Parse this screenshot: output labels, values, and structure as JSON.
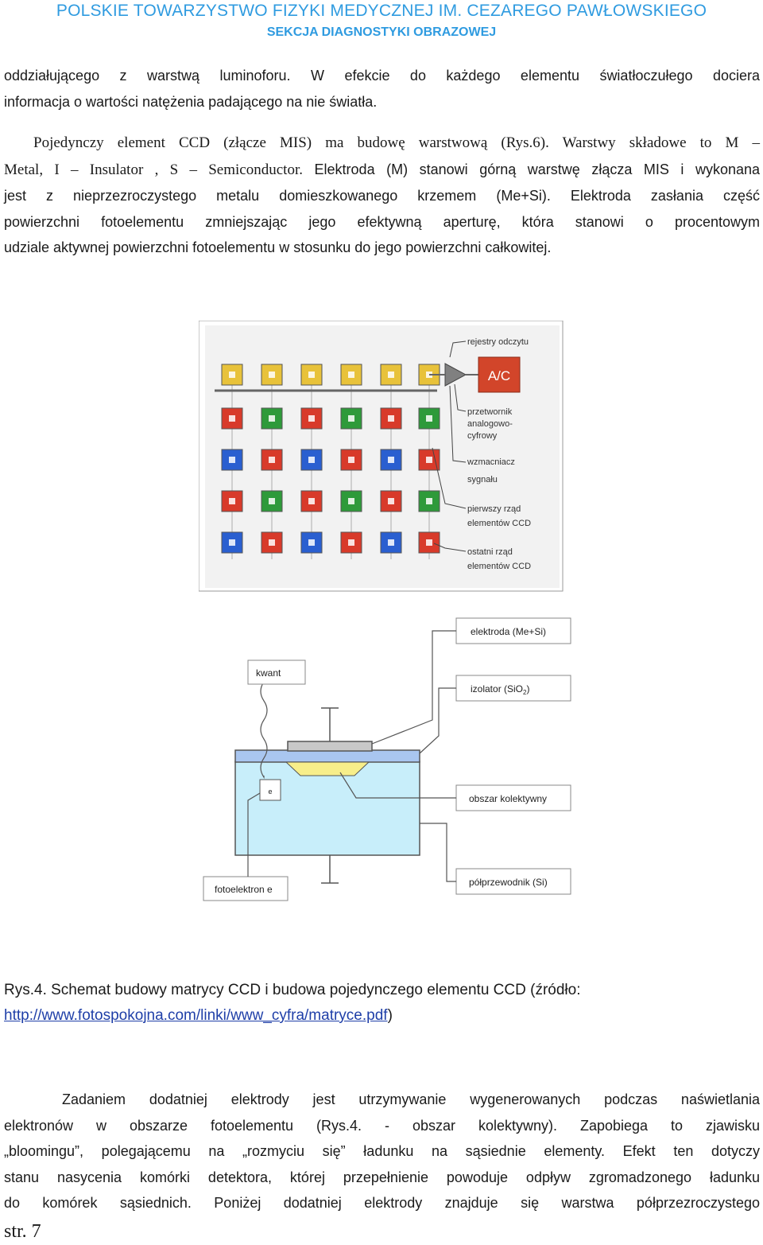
{
  "header": {
    "title": "POLSKIE TOWARZYSTWO FIZYKI MEDYCZNEJ IM. CEZAREGO PAWŁOWSKIEGO",
    "subtitle": "SEKCJA DIAGNOSTYKI OBRAZOWEJ"
  },
  "para1": {
    "line1": "oddziałującego z warstwą luminoforu. W efekcie do każdego elementu światłoczułego dociera",
    "line2": "informacja o wartości natężenia padającego na nie światła."
  },
  "para2": {
    "line1": "Pojedynczy element CCD (złącze MIS) ma budowę warstwową (Rys.6). Warstwy składowe to M –",
    "line2a": "Metal, I – Insulator , S – Semiconductor.",
    "line2b": "Elektroda (M) stanowi górną warstwę złącza MIS i wykonana",
    "line3": "jest z nieprzezroczystego metalu domieszkowanego krzemem (Me+Si). Elektroda zasłania część",
    "line4": "powierzchni fotoelementu zmniejszając jego efektywną aperturę, która stanowi o procentowym",
    "line5": "udziale aktywnej powierzchni fotoelementu w stosunku do jego powierzchni całkowitej."
  },
  "figure_matrix": {
    "labels": {
      "readout": "rejestry odczytu",
      "adc": "A/C",
      "converter1": "przetwornik",
      "converter2": "analogowo-",
      "converter3": "cyfrowy",
      "amp1": "wzmacniacz",
      "amp2": "sygnału",
      "first1": "pierwszy rząd",
      "first2": "elementów CCD",
      "last1": "ostatni rząd",
      "last2": "elementów CCD"
    },
    "colors": {
      "yellow": "#e8c23a",
      "red": "#d83a2a",
      "green": "#2e9a3a",
      "blue": "#2a5fd0",
      "adc_box": "#d2452a",
      "background": "#f2f2f2",
      "grid": "#cfcfcf"
    }
  },
  "figure_element": {
    "labels": {
      "electrode": "elektroda (Me+Si)",
      "quantum": "kwant",
      "insulator": "izolator (SiO",
      "insulator_sub": "2",
      "insulator_end": ")",
      "collection": "obszar kolektywny",
      "semiconductor": "półprzewodnik (Si)",
      "photoelectron": "fotoelektron e",
      "e_mark": "e"
    },
    "colors": {
      "substrate": "#c8eefa",
      "insulator": "#a9c6f0",
      "electrode": "#c8c8c8",
      "collection": "#f7ee8a"
    }
  },
  "caption": {
    "text": "Rys.4. Schemat budowy matrycy CCD i budowa pojedynczego elementu CCD (źródło:",
    "link": "http://www.fotospokojna.com/linki/www_cyfra/matryce.pdf",
    "close": ")"
  },
  "para3": {
    "line1": "Zadaniem dodatniej elektrody jest utrzymywanie wygenerowanych podczas naświetlania",
    "line2": "elektronów w obszarze fotoelementu (Rys.4. -   obszar kolektywny). Zapobiega to zjawisku",
    "line3": "„bloomingu”, polegającemu na „rozmyciu się” ładunku na sąsiednie elementy. Efekt ten dotyczy",
    "line4": "stanu nasycenia komórki detektora, której przepełnienie powoduje odpływ zgromadzonego ładunku",
    "line5": "do komórek sąsiednich. Poniżej dodatniej elektrody znajduje się warstwa półprzezroczystego"
  },
  "footer": {
    "page": "str. 7"
  }
}
